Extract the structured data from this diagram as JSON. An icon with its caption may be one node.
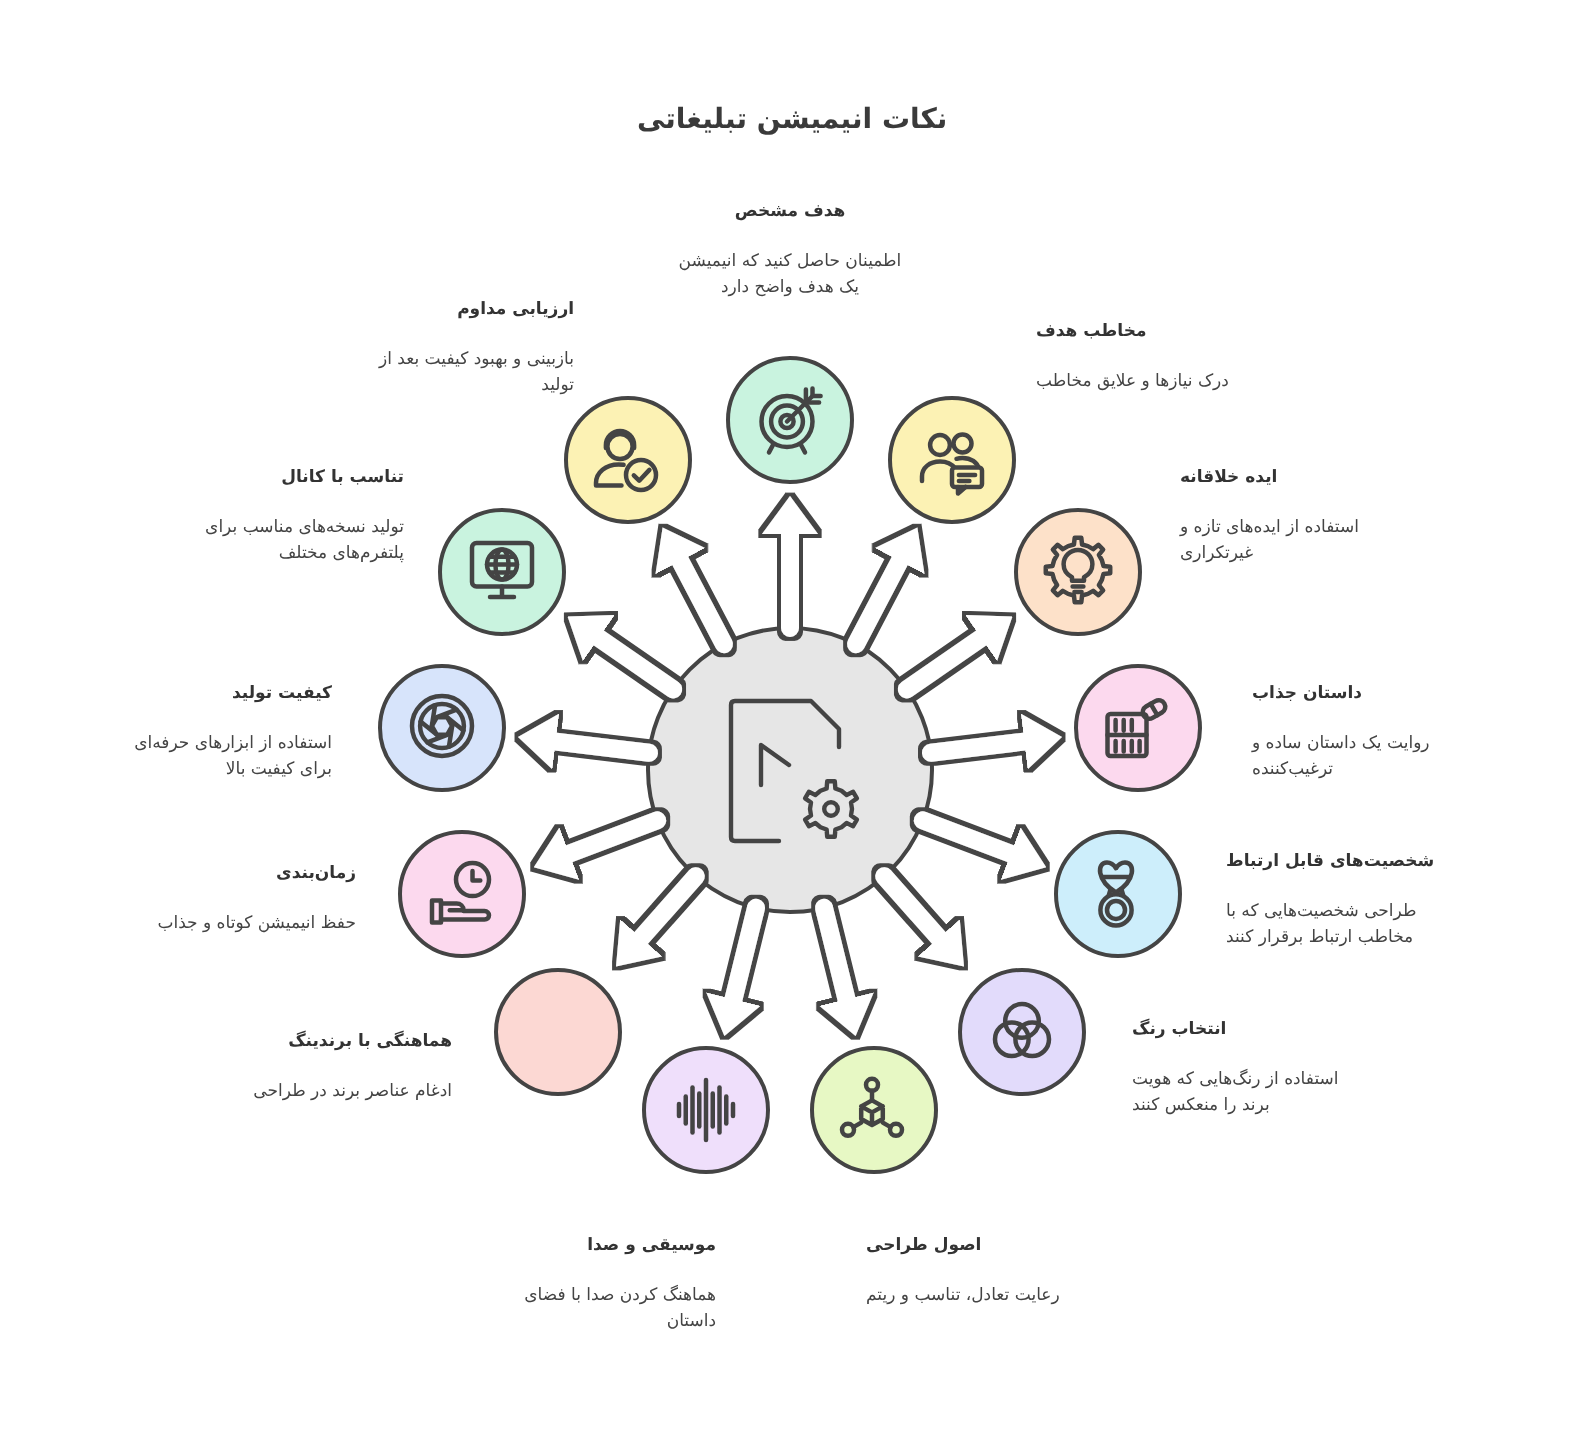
{
  "diagram": {
    "title": "نکات انیمیشن تبلیغاتی",
    "nodes": [
      {
        "text": [],
        "shape": "circle"
      },
      {
        "text": [],
        "shape": "circle",
        "beside": [
          "هدف مشخص",
          "اطمینان حاصل کنید که انیمیشن یک هدف واضح دارد"
        ]
      },
      {
        "text": [],
        "shape": "circle",
        "beside": [
          "مخاطب هدف",
          "درک نیازها و علایق مخاطب"
        ]
      },
      {
        "text": [],
        "shape": "circle",
        "beside": [
          "ایده خلاقانه",
          "استفاده از ایده‌های تازه و غیرتکراری"
        ]
      },
      {
        "text": [],
        "shape": "circle",
        "beside": [
          "داستان جذاب",
          "روایت یک داستان ساده و ترغیب‌کننده"
        ]
      },
      {
        "text": [],
        "shape": "circle",
        "beside": [
          "شخصیت‌های قابل ارتباط",
          "طراحی شخصیت‌هایی که با مخاطب ارتباط برقرار کنند"
        ]
      },
      {
        "text": [],
        "shape": "circle",
        "beside": [
          "انتخاب رنگ",
          "استفاده از رنگ‌هایی که هویت برند را منعکس کنند"
        ]
      },
      {
        "text": [],
        "shape": "circle",
        "beside": [
          "اصول طراحی",
          "رعایت تعادل، تناسب و ریتم"
        ]
      },
      {
        "text": [],
        "shape": "circle",
        "beside": [
          "موسیقی و صدا",
          "هماهنگ کردن صدا با فضای داستان"
        ]
      },
      {
        "text": [],
        "shape": "circle",
        "beside": [
          "هماهنگی با برندینگ",
          "ادغام عناصر برند در طراحی"
        ]
      },
      {
        "text": [],
        "shape": "circle",
        "beside": [
          "زمان‌بندی",
          "حفظ انیمیشن کوتاه و جذاب"
        ]
      },
      {
        "text": [],
        "shape": "circle",
        "beside": [
          "کیفیت تولید",
          "استفاده از ابزارهای حرفه‌ای برای کیفیت بالا"
        ]
      },
      {
        "text": [],
        "shape": "circle",
        "beside": [
          "تناسب با کانال",
          "تولید نسخه‌های مناسب برای پلتفرم‌های مختلف"
        ]
      },
      {
        "text": [],
        "shape": "circle",
        "beside": [
          "ارزیابی مداوم",
          "بازبینی و بهبود کیفیت بعد از تولید"
        ]
      }
    ],
    "edges": [
      {
        "from": 0,
        "to": 1,
        "arrow": "to"
      },
      {
        "from": 0,
        "to": 2,
        "arrow": "to"
      },
      {
        "from": 0,
        "to": 3,
        "arrow": "to"
      },
      {
        "from": 0,
        "to": 4,
        "arrow": "to"
      },
      {
        "from": 0,
        "to": 5,
        "arrow": "to"
      },
      {
        "from": 0,
        "to": 6,
        "arrow": "to"
      },
      {
        "from": 0,
        "to": 7,
        "arrow": "to"
      },
      {
        "from": 0,
        "to": 8,
        "arrow": "to"
      },
      {
        "from": 0,
        "to": 9,
        "arrow": "to"
      },
      {
        "from": 0,
        "to": 10,
        "arrow": "to"
      },
      {
        "from": 0,
        "to": 11,
        "arrow": "to"
      },
      {
        "from": 0,
        "to": 12,
        "arrow": "to"
      },
      {
        "from": 0,
        "to": 13,
        "arrow": "to"
      }
    ]
  }
}
